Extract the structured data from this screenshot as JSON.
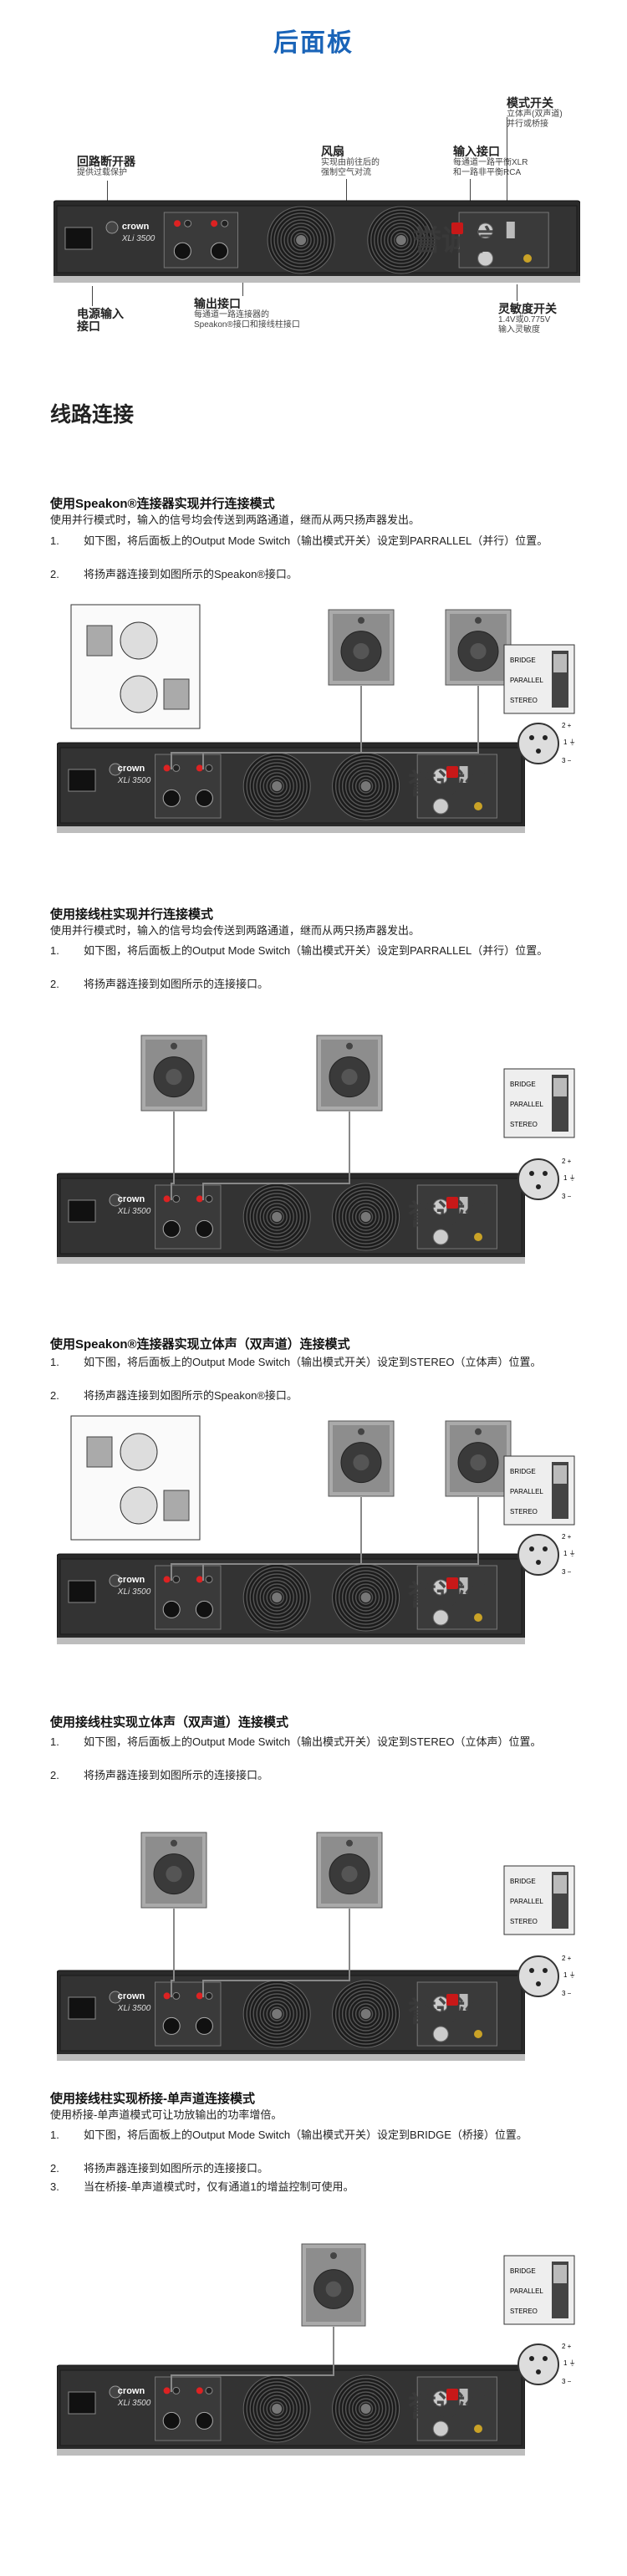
{
  "title": "后面板",
  "rear_panel": {
    "brand": "crown",
    "model": "XLi 3500",
    "callouts": {
      "breaker": {
        "title": "回路断开器",
        "desc": "提供过载保护"
      },
      "fan": {
        "title": "风扇",
        "desc": [
          "实现由前往后的",
          "强制空气对流"
        ]
      },
      "mode_switch": {
        "title": "模式开关",
        "desc": [
          "立体声(双声道)",
          "并行或桥接"
        ]
      },
      "input": {
        "title": "输入接口",
        "desc": [
          "每通道一路平衡XLR",
          "和一路非平衡RCA"
        ]
      },
      "power_in": {
        "title": "电源输入",
        "title2": "接口"
      },
      "output": {
        "title": "输出接口",
        "desc": [
          "每通道一路连接器的",
          "Speakon®接口和接线柱接口"
        ]
      },
      "sensitivity": {
        "title": "灵敏度开关",
        "desc": [
          "1.4V或0.775V",
          "输入灵敏度"
        ]
      }
    }
  },
  "watermark": "誉诚信",
  "switch_labels": [
    "BRIDGE",
    "PARALLEL",
    "STEREO"
  ],
  "xlr_pins": [
    "2 +",
    "1 ⏚",
    "3 −"
  ],
  "wiring": {
    "heading": "线路连接",
    "sections": [
      {
        "title": "使用Speakon®连接器实现并行连接模式",
        "intro": "使用并行模式时，输入的信号均会传送到两路通道，继而从两只扬声器发出。",
        "steps": [
          {
            "num": "1.",
            "text": "如下图，将后面板上的Output Mode Switch（输出模式开关）设定到PARRALLEL（并行）位置。"
          },
          {
            "num": "2.",
            "text": "将扬声器连接到如图所示的Speakon®接口。"
          }
        ]
      },
      {
        "title": "使用接线柱实现并行连接模式",
        "intro": "使用并行模式时，输入的信号均会传送到两路通道，继而从两只扬声器发出。",
        "steps": [
          {
            "num": "1.",
            "text": "如下图，将后面板上的Output Mode Switch（输出模式开关）设定到PARRALLEL（并行）位置。"
          },
          {
            "num": "2.",
            "text": "将扬声器连接到如图所示的连接接口。"
          }
        ]
      },
      {
        "title": "使用Speakon®连接器实现立体声（双声道）连接模式",
        "steps": [
          {
            "num": "1.",
            "text": "如下图，将后面板上的Output Mode Switch（输出模式开关）设定到STEREO（立体声）位置。"
          },
          {
            "num": "2.",
            "text": "将扬声器连接到如图所示的Speakon®接口。"
          }
        ]
      },
      {
        "title": "使用接线柱实现立体声（双声道）连接模式",
        "steps": [
          {
            "num": "1.",
            "text": "如下图，将后面板上的Output Mode Switch（输出模式开关）设定到STEREO（立体声）位置。"
          },
          {
            "num": "2.",
            "text": "将扬声器连接到如图所示的连接接口。"
          }
        ]
      },
      {
        "title": "使用接线柱实现桥接-单声道连接模式",
        "intro": "使用桥接-单声道模式可让功放输出的功率增倍。",
        "steps": [
          {
            "num": "1.",
            "text": "如下图，将后面板上的Output Mode Switch（输出模式开关）设定到BRIDGE（桥接）位置。"
          },
          {
            "num": "2.",
            "text": "将扬声器连接到如图所示的连接接口。"
          },
          {
            "num": "3.",
            "text": "当在桥接-单声道模式时，仅有通道1的增益控制可使用。"
          }
        ]
      }
    ]
  }
}
